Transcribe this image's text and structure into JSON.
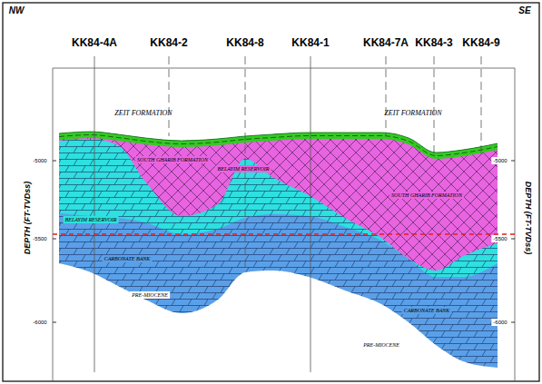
{
  "diagram": {
    "labels": [
      "NW",
      "SE",
      "KK84-4A",
      "KK84-2",
      "KK84-8",
      "KK84-1",
      "KK84-7A",
      "KK84-3",
      "KK84-9",
      "ZEIT FORMATION",
      "ZEIT FORMATION",
      "DEPTH (FT-TVDss)",
      "DEPTH (FT-TVDss)",
      "SOUTH GHARIB FORMATION",
      "BELAYIM RESERVOIR",
      "SOUTH GHARIB FORMATION",
      "BELAYIM RESERVOIR",
      "CARBONATE BANK",
      "CARBONATE BANK",
      "PRE-MIOCENE",
      "PRE-MIOCENE",
      "-5000",
      "-5500",
      "-6000",
      "-5000",
      "-5500",
      "-6000"
    ]
  }
}
